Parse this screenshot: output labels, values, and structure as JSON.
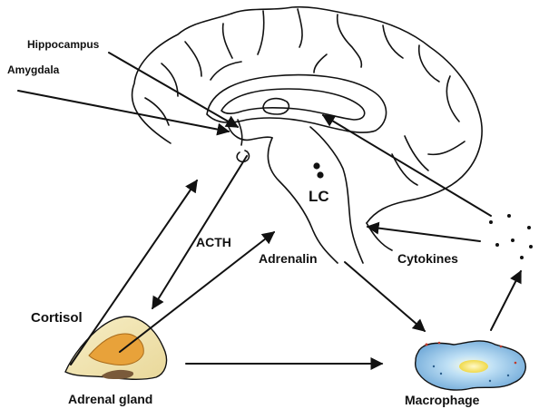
{
  "labels": {
    "hippocampus": "Hippocampus",
    "amygdala": "Amygdala",
    "lc": "LC",
    "acth": "ACTH",
    "adrenalin": "Adrenalin",
    "cytokines": "Cytokines",
    "cortisol": "Cortisol",
    "adrenal_gland": "Adrenal gland",
    "macrophage": "Macrophage"
  },
  "colors": {
    "line": "#111111",
    "adrenal_outer": "#f3e6b0",
    "adrenal_core": "#e8a23a",
    "macrophage_fill": "#8fc0e6",
    "macrophage_nucleus": "#f4e36a"
  }
}
